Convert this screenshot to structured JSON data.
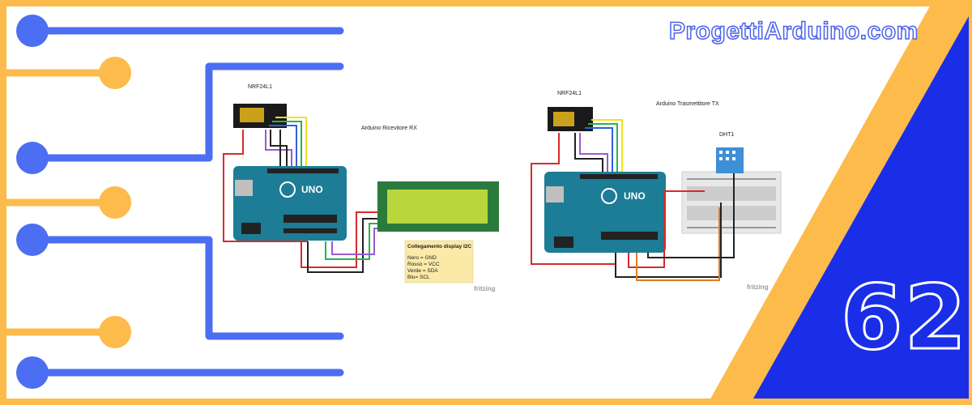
{
  "header": {
    "site": "ProgettiArduino.com"
  },
  "badge": {
    "number": "62"
  },
  "receiver": {
    "module_label": "NRF24L1",
    "board_label": "Arduino Ricevitore RX",
    "note_title": "Collegamento display I2C",
    "note_lines": [
      "Nero = GND",
      "Rosso = VCC",
      "Verde = SDA",
      "Blu= SCL"
    ],
    "watermark": "fritzing"
  },
  "transmitter": {
    "module_label": "NRF24L1",
    "board_label": "Arduino Trasmettitore TX",
    "sensor_label": "DHT1",
    "watermark": "fritzing"
  },
  "colors": {
    "frame": "#fdbb4c",
    "blue": "#4c6ef2",
    "triangle": "#1a2ee8",
    "arduino": "#1d7c96",
    "lcd": "#b9d63c",
    "note": "#fbe9a8",
    "wire_red": "#d62b2b",
    "wire_black": "#222222",
    "wire_green": "#2bb34a",
    "wire_blue": "#2f5fe0",
    "wire_yellow": "#f2e020",
    "wire_orange": "#e07a20"
  }
}
